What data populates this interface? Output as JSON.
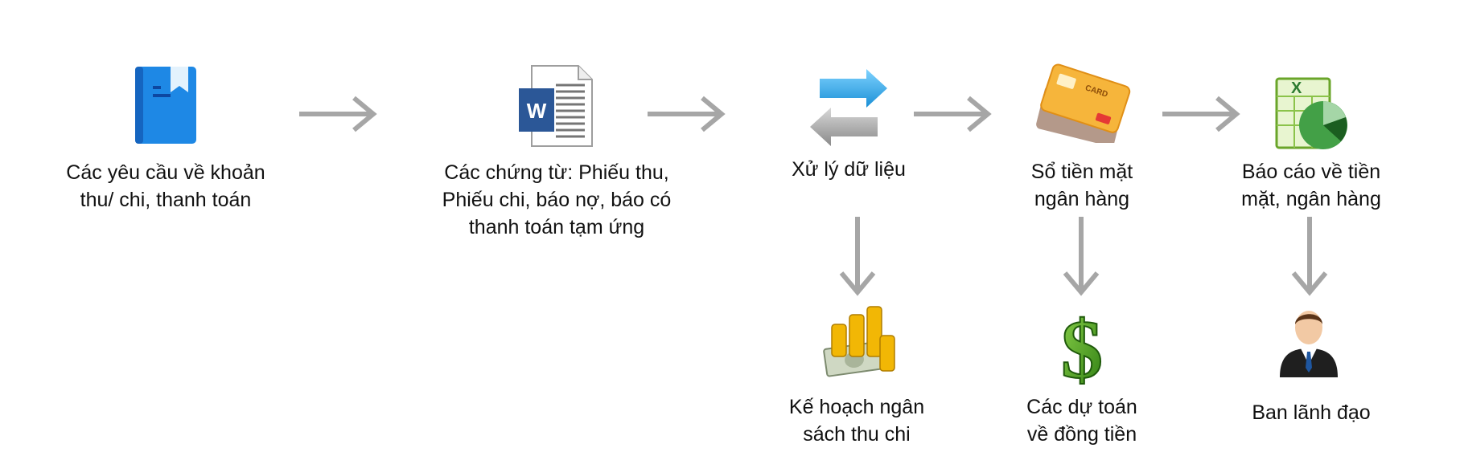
{
  "diagram": {
    "nodes": {
      "requests": {
        "icon": "book-icon",
        "lines": [
          "Các yêu cầu về khoản",
          "thu/ chi, thanh toán"
        ]
      },
      "documents": {
        "icon": "word-document-icon",
        "lines": [
          "Các chứng từ: Phiếu thu,",
          "Phiếu chi, báo nợ, báo có",
          "thanh toán tạm ứng"
        ]
      },
      "processing": {
        "icon": "exchange-arrows-icon",
        "lines": [
          "Xử lý dữ liệu"
        ]
      },
      "cashbook": {
        "icon": "credit-cards-icon",
        "lines": [
          "Sổ tiền mặt",
          "ngân hàng"
        ]
      },
      "report": {
        "icon": "spreadsheet-chart-icon",
        "lines": [
          "Báo cáo về tiền",
          "mặt, ngân hàng"
        ]
      },
      "budget": {
        "icon": "coins-money-icon",
        "lines": [
          "Kế hoạch ngân",
          "sách thu chi"
        ]
      },
      "forecast": {
        "icon": "dollar-sign-icon",
        "lines": [
          "Các dự toán",
          "về đồng tiền"
        ]
      },
      "management": {
        "icon": "businessman-icon",
        "lines": [
          "Ban lãnh đạo"
        ]
      }
    },
    "arrow_color": "#a6a6a6"
  }
}
